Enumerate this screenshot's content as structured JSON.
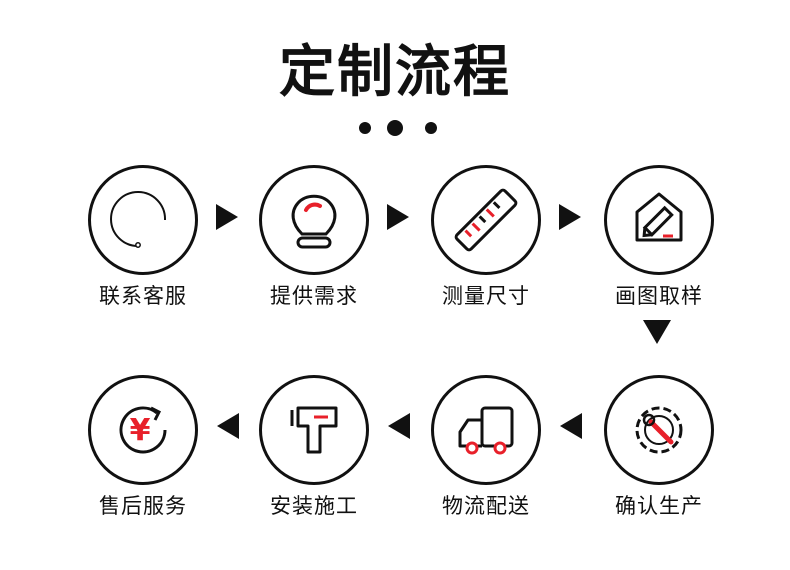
{
  "title": "定制流程",
  "accent_color": "#e8202a",
  "steps": [
    {
      "label": "联系客服",
      "icon": "phone-icon"
    },
    {
      "label": "提供需求",
      "icon": "lightbulb-icon"
    },
    {
      "label": "测量尺寸",
      "icon": "ruler-icon"
    },
    {
      "label": "画图取样",
      "icon": "pencil-house-icon"
    },
    {
      "label": "确认生产",
      "icon": "gear-wrench-icon"
    },
    {
      "label": "物流配送",
      "icon": "truck-icon"
    },
    {
      "label": "安装施工",
      "icon": "drill-icon"
    },
    {
      "label": "售后服务",
      "icon": "yuan-refresh-icon"
    }
  ],
  "yuan_symbol": "¥"
}
